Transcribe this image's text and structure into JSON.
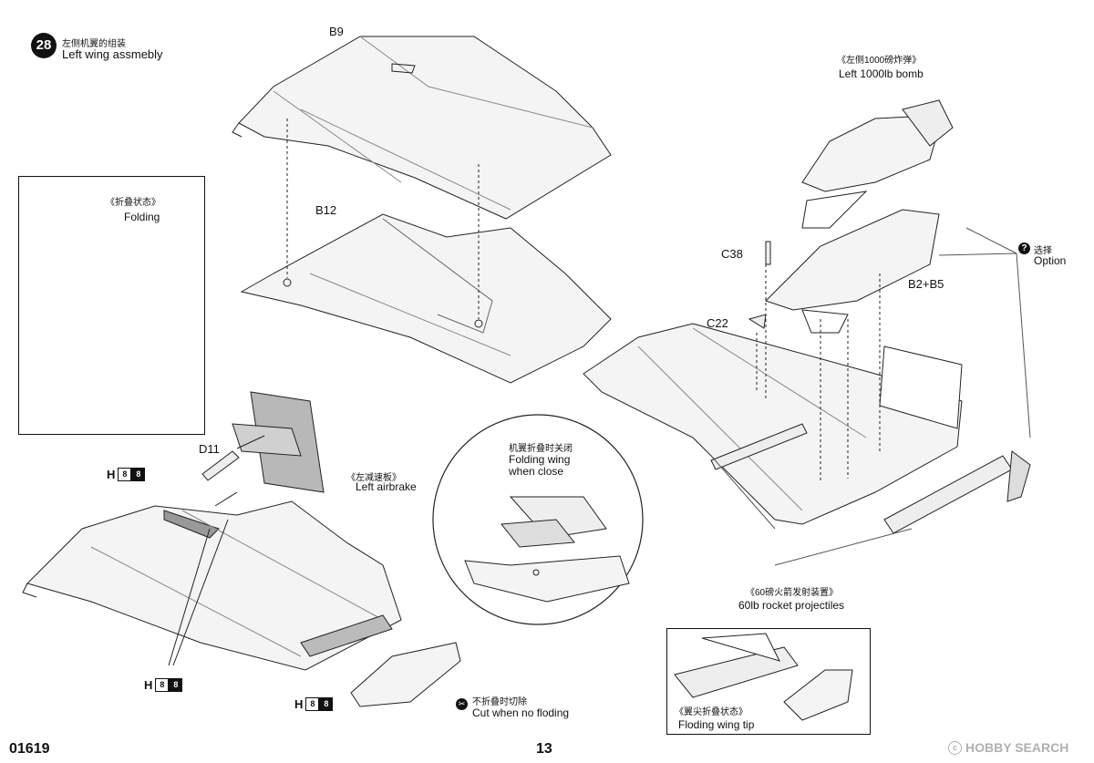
{
  "step": {
    "number": "28",
    "title_cn": "左侧机翼的组装",
    "title_en": "Left wing assmebly"
  },
  "parts": {
    "b9": "B9",
    "b12": "B12",
    "d11": "D11",
    "c38": "C38",
    "c22": "C22",
    "b2b5": "B2+B5"
  },
  "callouts": {
    "folding_cn": "《折叠状态》",
    "folding_en": "Folding",
    "airbrake_cn": "《左减速板》",
    "airbrake_en": "Left airbrake",
    "bomb_cn": "《左侧1000磅炸弹》",
    "bomb_en": "Left 1000lb bomb",
    "option_cn": "选择",
    "option_en": "Option",
    "close_cn": "机翼折叠时关闭",
    "close_en_1": "Folding wing",
    "close_en_2": "when close",
    "cut_cn": "不折叠时切除",
    "cut_en": "Cut when no floding",
    "rocket_cn": "《60磅火箭发射装置》",
    "rocket_en": "60lb rocket projectiles",
    "tip_cn": "《翼尖折叠状态》",
    "tip_en": "Floding wing tip"
  },
  "paint_codes": {
    "letter": "H",
    "code_a": "8",
    "code_b": "8"
  },
  "footer": {
    "kit_number": "01619",
    "page_number": "13",
    "watermark": "HOBBY SEARCH"
  },
  "icons": [
    "step-badge",
    "option-icon",
    "cut-icon",
    "copyright-icon"
  ]
}
